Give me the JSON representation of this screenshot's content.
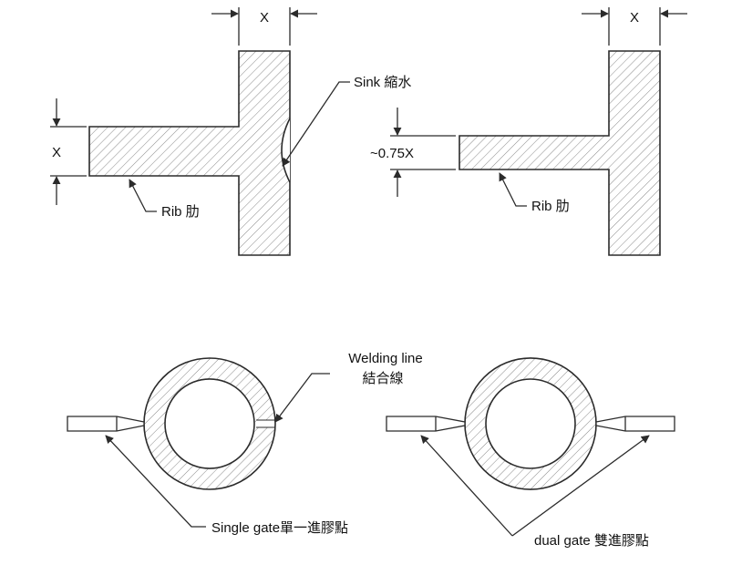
{
  "diagram": {
    "top_left": {
      "dim_top": "X",
      "dim_left": "X",
      "sink_label": "Sink 縮水",
      "rib_label": "Rib 肋"
    },
    "top_right": {
      "dim_top": "X",
      "dim_left": "~0.75X",
      "rib_label": "Rib 肋"
    },
    "bottom": {
      "welding_line_1": "Welding line",
      "welding_line_2": "結合線",
      "single_gate_label": "Single gate單一進膠點",
      "dual_gate_label": "dual gate 雙進膠點"
    }
  },
  "colors": {
    "line": "#2b2b2b",
    "hatch": "#8a8a8a",
    "background": "#ffffff"
  }
}
